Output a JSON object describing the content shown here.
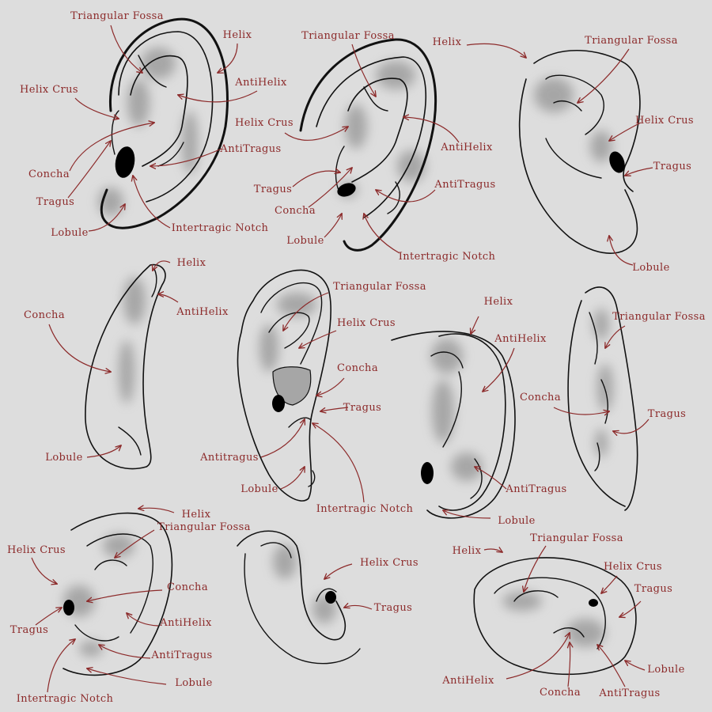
{
  "colors": {
    "background": "#dddddd",
    "label": "#8c2a2a",
    "arrow": "#8c2a2a",
    "outline": "#111111",
    "shade": "#7a7a7a"
  },
  "ears": [
    {
      "labels": [
        {
          "text": "Triangular Fossa"
        },
        {
          "text": "Helix"
        },
        {
          "text": "AntiHelix"
        },
        {
          "text": "Helix Crus"
        },
        {
          "text": "AntiTragus"
        },
        {
          "text": "Concha"
        },
        {
          "text": "Tragus"
        },
        {
          "text": "Lobule"
        },
        {
          "text": "Intertragic Notch"
        }
      ]
    },
    {
      "labels": [
        {
          "text": "Triangular Fossa"
        },
        {
          "text": "Helix"
        },
        {
          "text": "Helix Crus"
        },
        {
          "text": "AntiHelix"
        },
        {
          "text": "Tragus"
        },
        {
          "text": "AntiTragus"
        },
        {
          "text": "Concha"
        },
        {
          "text": "Lobule"
        },
        {
          "text": "Intertragic Notch"
        }
      ]
    },
    {
      "labels": [
        {
          "text": "Triangular Fossa"
        },
        {
          "text": "Helix Crus"
        },
        {
          "text": "Tragus"
        },
        {
          "text": "Lobule"
        }
      ]
    },
    {
      "labels": [
        {
          "text": "Helix"
        },
        {
          "text": "AntiHelix"
        },
        {
          "text": "Concha"
        },
        {
          "text": "Lobule"
        }
      ]
    },
    {
      "labels": [
        {
          "text": "Triangular Fossa"
        },
        {
          "text": "Helix Crus"
        },
        {
          "text": "Concha"
        },
        {
          "text": "Tragus"
        },
        {
          "text": "Antitragus"
        },
        {
          "text": "Lobule"
        },
        {
          "text": "Intertragic Notch"
        }
      ]
    },
    {
      "labels": [
        {
          "text": "Helix"
        },
        {
          "text": "AntiHelix"
        },
        {
          "text": "AntiTragus"
        },
        {
          "text": "Lobule"
        }
      ]
    },
    {
      "labels": [
        {
          "text": "Triangular Fossa"
        },
        {
          "text": "Concha"
        },
        {
          "text": "Tragus"
        }
      ]
    },
    {
      "labels": [
        {
          "text": "Helix"
        },
        {
          "text": "Triangular Fossa"
        },
        {
          "text": "Helix Crus"
        },
        {
          "text": "Concha"
        },
        {
          "text": "Tragus"
        },
        {
          "text": "AntiHelix"
        },
        {
          "text": "AntiTragus"
        },
        {
          "text": "Lobule"
        },
        {
          "text": "Intertragic Notch"
        }
      ]
    },
    {
      "labels": [
        {
          "text": "Helix Crus"
        },
        {
          "text": "Tragus"
        }
      ]
    },
    {
      "labels": [
        {
          "text": "Helix"
        },
        {
          "text": "Triangular Fossa"
        },
        {
          "text": "Helix Crus"
        },
        {
          "text": "Tragus"
        },
        {
          "text": "Lobule"
        },
        {
          "text": "AntiHelix"
        },
        {
          "text": "Concha"
        },
        {
          "text": "AntiTragus"
        }
      ]
    }
  ]
}
